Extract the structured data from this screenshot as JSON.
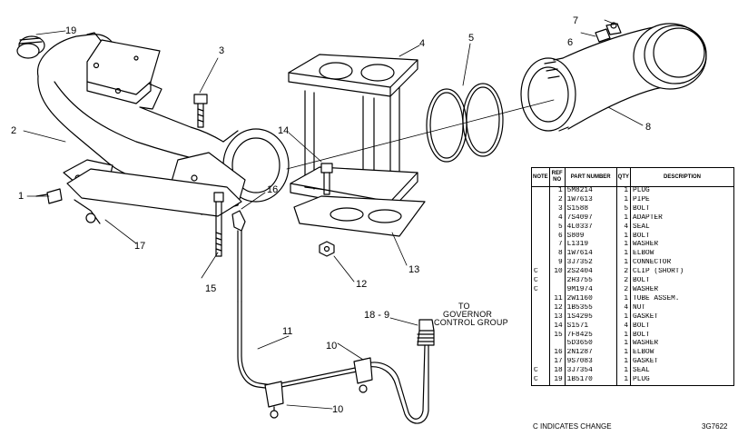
{
  "callouts": {
    "c1": "1",
    "c2": "2",
    "c3": "3",
    "c4": "4",
    "c5": "5",
    "c6": "6",
    "c7": "7",
    "c8": "8",
    "c10a": "10",
    "c10b": "10",
    "c11": "11",
    "c12": "12",
    "c13": "13",
    "c14": "14",
    "c15": "15",
    "c16": "16",
    "c17": "17",
    "c18_9": "18 - 9",
    "c19": "19"
  },
  "note": {
    "line1": "TO",
    "line2": "GOVERNOR",
    "line3": "CONTROL GROUP"
  },
  "table": {
    "headers": [
      "NOTE",
      "REF NO",
      "PART NUMBER",
      "QTY",
      "DESCRIPTION"
    ],
    "rows": [
      {
        "note": "",
        "ref": "1",
        "part": "5M8214",
        "qty": "1",
        "desc": "PLUG"
      },
      {
        "note": "",
        "ref": "2",
        "part": "1W7613",
        "qty": "1",
        "desc": "PIPE"
      },
      {
        "note": "",
        "ref": "3",
        "part": "S1588",
        "qty": "5",
        "desc": "BOLT"
      },
      {
        "note": "",
        "ref": "4",
        "part": "7S4097",
        "qty": "1",
        "desc": "ADAPTER"
      },
      {
        "note": "",
        "ref": "5",
        "part": "4L0337",
        "qty": "4",
        "desc": "SEAL"
      },
      {
        "note": "",
        "ref": "6",
        "part": "S809",
        "qty": "1",
        "desc": "BOLT"
      },
      {
        "note": "",
        "ref": "7",
        "part": "L1319",
        "qty": "1",
        "desc": "WASHER"
      },
      {
        "note": "",
        "ref": "8",
        "part": "1W7614",
        "qty": "1",
        "desc": "ELBOW"
      },
      {
        "note": "",
        "ref": "9",
        "part": "3J7352",
        "qty": "1",
        "desc": "CONNECTOR"
      },
      {
        "note": "C",
        "ref": "10",
        "part": "2S2404",
        "qty": "2",
        "desc": "CLIP (SHORT)"
      },
      {
        "note": "C",
        "ref": "",
        "part": "2H3755",
        "qty": "2",
        "desc": "BOLT"
      },
      {
        "note": "C",
        "ref": "",
        "part": "9M1974",
        "qty": "2",
        "desc": "WASHER"
      },
      {
        "note": "",
        "ref": "11",
        "part": "2W1160",
        "qty": "1",
        "desc": "TUBE ASSEM."
      },
      {
        "note": "",
        "ref": "12",
        "part": "1B5355",
        "qty": "4",
        "desc": "NUT"
      },
      {
        "note": "",
        "ref": "13",
        "part": "1S4295",
        "qty": "1",
        "desc": "GASKET"
      },
      {
        "note": "",
        "ref": "14",
        "part": "S1571",
        "qty": "4",
        "desc": "BOLT"
      },
      {
        "note": "",
        "ref": "15",
        "part": "7F8425",
        "qty": "1",
        "desc": "BOLT"
      },
      {
        "note": "",
        "ref": "",
        "part": "5D3650",
        "qty": "1",
        "desc": "WASHER"
      },
      {
        "note": "",
        "ref": "16",
        "part": "2N1287",
        "qty": "1",
        "desc": "ELBOW"
      },
      {
        "note": "",
        "ref": "17",
        "part": "9S7083",
        "qty": "1",
        "desc": "GASKET"
      },
      {
        "note": "C",
        "ref": "18",
        "part": "3J7354",
        "qty": "1",
        "desc": "SEAL"
      },
      {
        "note": "C",
        "ref": "19",
        "part": "1B5170",
        "qty": "1",
        "desc": "PLUG"
      }
    ]
  },
  "footer": {
    "legend": "C    INDICATES CHANGE",
    "code": "3G7622"
  }
}
